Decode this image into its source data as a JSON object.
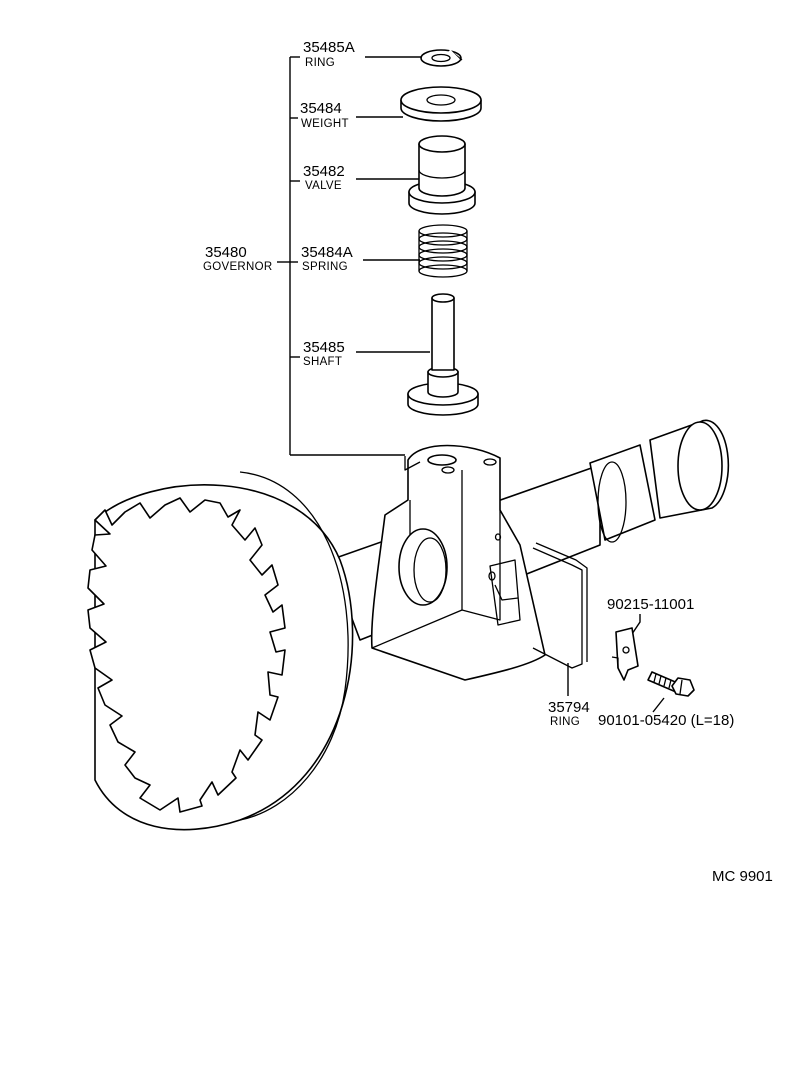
{
  "labels": {
    "ring_a": {
      "part": "35485A",
      "name": "RING"
    },
    "weight": {
      "part": "35484",
      "name": "WEIGHT"
    },
    "valve": {
      "part": "35482",
      "name": "VALVE"
    },
    "governor": {
      "part": "35480",
      "name": "GOVERNOR"
    },
    "spring": {
      "part": "35484A",
      "name": "SPRING"
    },
    "shaft": {
      "part": "35485",
      "name": "SHAFT"
    },
    "plate": {
      "part": "90215-11001"
    },
    "ring_b": {
      "part": "35794",
      "name": "RING"
    },
    "bolt": {
      "part": "90101-05420 (L=18)"
    }
  },
  "diagram_code": "MC 9901"
}
